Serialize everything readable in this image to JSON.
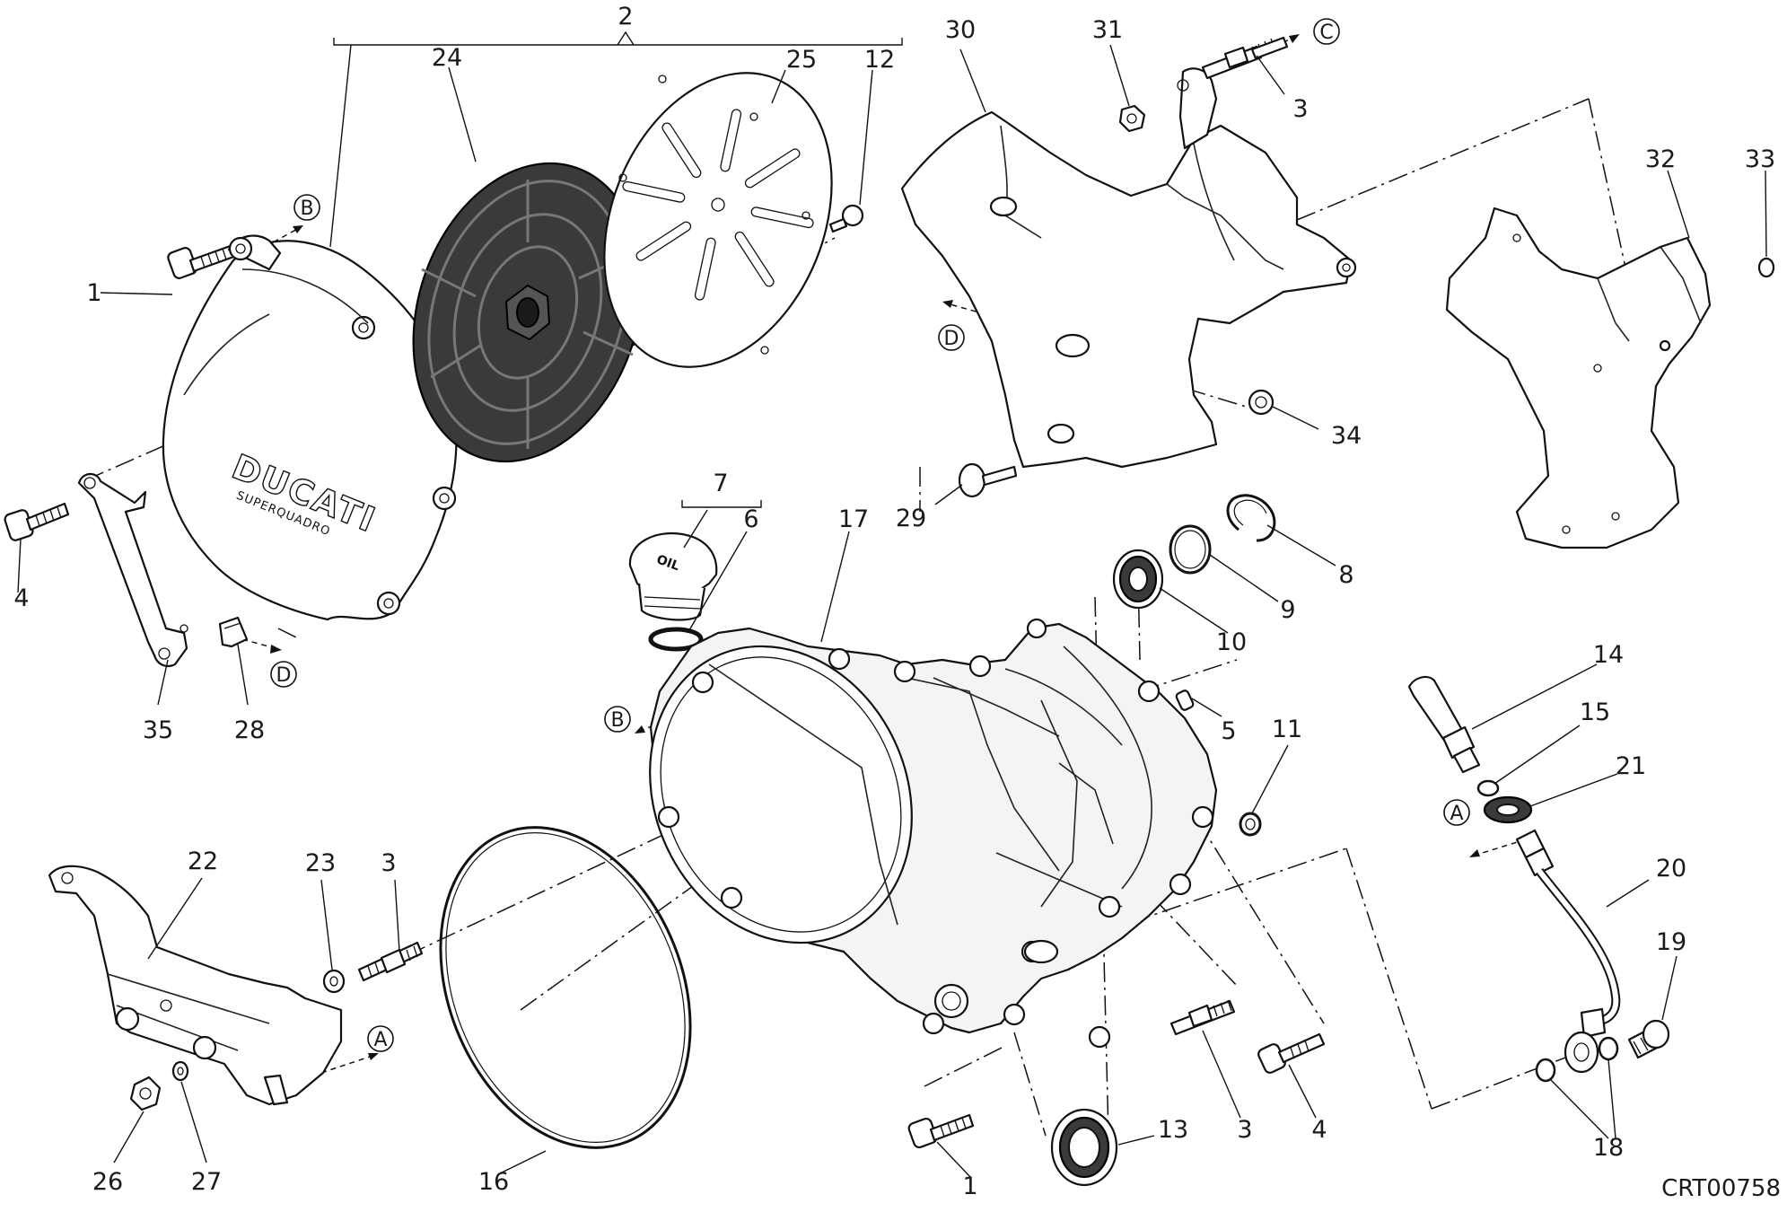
{
  "drawing_code": "CRT00758",
  "brand_logo": {
    "text": "DUCATI",
    "subtext": "SUPERQUADRO"
  },
  "oil_cap_text": "OIL",
  "reference_markers": {
    "A": "A",
    "B": "B",
    "C": "C",
    "D": "D"
  },
  "callouts": {
    "c1a": "1",
    "c1b": "1",
    "c2": "2",
    "c3a": "3",
    "c3b": "3",
    "c3c": "3",
    "c4a": "4",
    "c4b": "4",
    "c5": "5",
    "c6": "6",
    "c7": "7",
    "c8": "8",
    "c9": "9",
    "c10": "10",
    "c11": "11",
    "c12": "12",
    "c13": "13",
    "c14": "14",
    "c15": "15",
    "c16": "16",
    "c17": "17",
    "c18": "18",
    "c19": "19",
    "c20": "20",
    "c21": "21",
    "c22": "22",
    "c23": "23",
    "c24": "24",
    "c25": "25",
    "c26": "26",
    "c27": "27",
    "c28": "28",
    "c29": "29",
    "c30": "30",
    "c31": "31",
    "c32": "32",
    "c33": "33",
    "c34": "34",
    "c35": "35"
  }
}
